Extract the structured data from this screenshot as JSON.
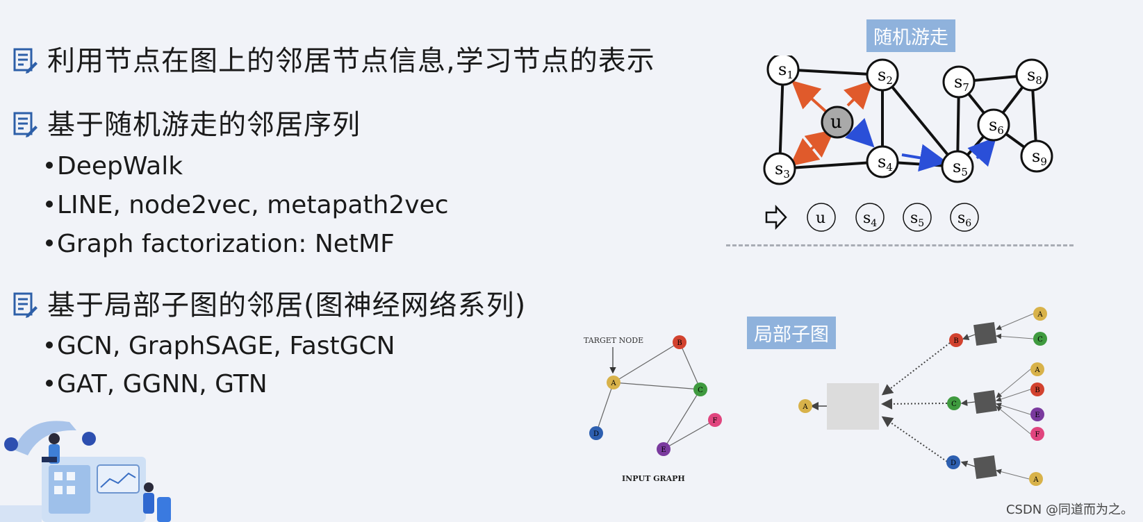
{
  "bullets": [
    {
      "text": "利用节点在图上的邻居节点信息,学习节点的表示"
    },
    {
      "text": "基于随机游走的邻居序列",
      "items": [
        "DeepWalk",
        "LINE, node2vec, metapath2vec",
        "Graph factorization: NetMF"
      ]
    },
    {
      "text": "基于局部子图的邻居(图神经网络系列)",
      "items": [
        "GCN, GraphSAGE, FastGCN",
        "GAT, GGNN, GTN"
      ]
    }
  ],
  "random_walk": {
    "title": "随机游走",
    "nodes": {
      "u": "u",
      "s1": "s",
      "s2": "s",
      "s3": "s",
      "s4": "s",
      "s5": "s",
      "s6": "s",
      "s7": "s",
      "s8": "s",
      "s9": "s"
    },
    "subscripts": {
      "s1": "1",
      "s2": "2",
      "s3": "3",
      "s4": "4",
      "s5": "5",
      "s6": "6",
      "s7": "7",
      "s8": "8",
      "s9": "9"
    },
    "sequence": [
      "u",
      "s4",
      "s5",
      "s6"
    ],
    "colors": {
      "orange_arrow": "#e05a2b",
      "blue_arrow": "#2a4fd8"
    }
  },
  "subgraph": {
    "title": "局部子图",
    "target_label": "TARGET NODE",
    "input_graph_label": "INPUT GRAPH",
    "nodes": {
      "A": "A",
      "B": "B",
      "C": "C",
      "D": "D",
      "E": "E",
      "F": "F"
    },
    "colors": {
      "A": "#d8b24a",
      "B": "#d2422f",
      "C": "#3f9a3f",
      "D": "#2d5fb0",
      "E": "#7a3a9e",
      "F": "#e0457e"
    }
  },
  "watermark": "CSDN @同道而为之。"
}
